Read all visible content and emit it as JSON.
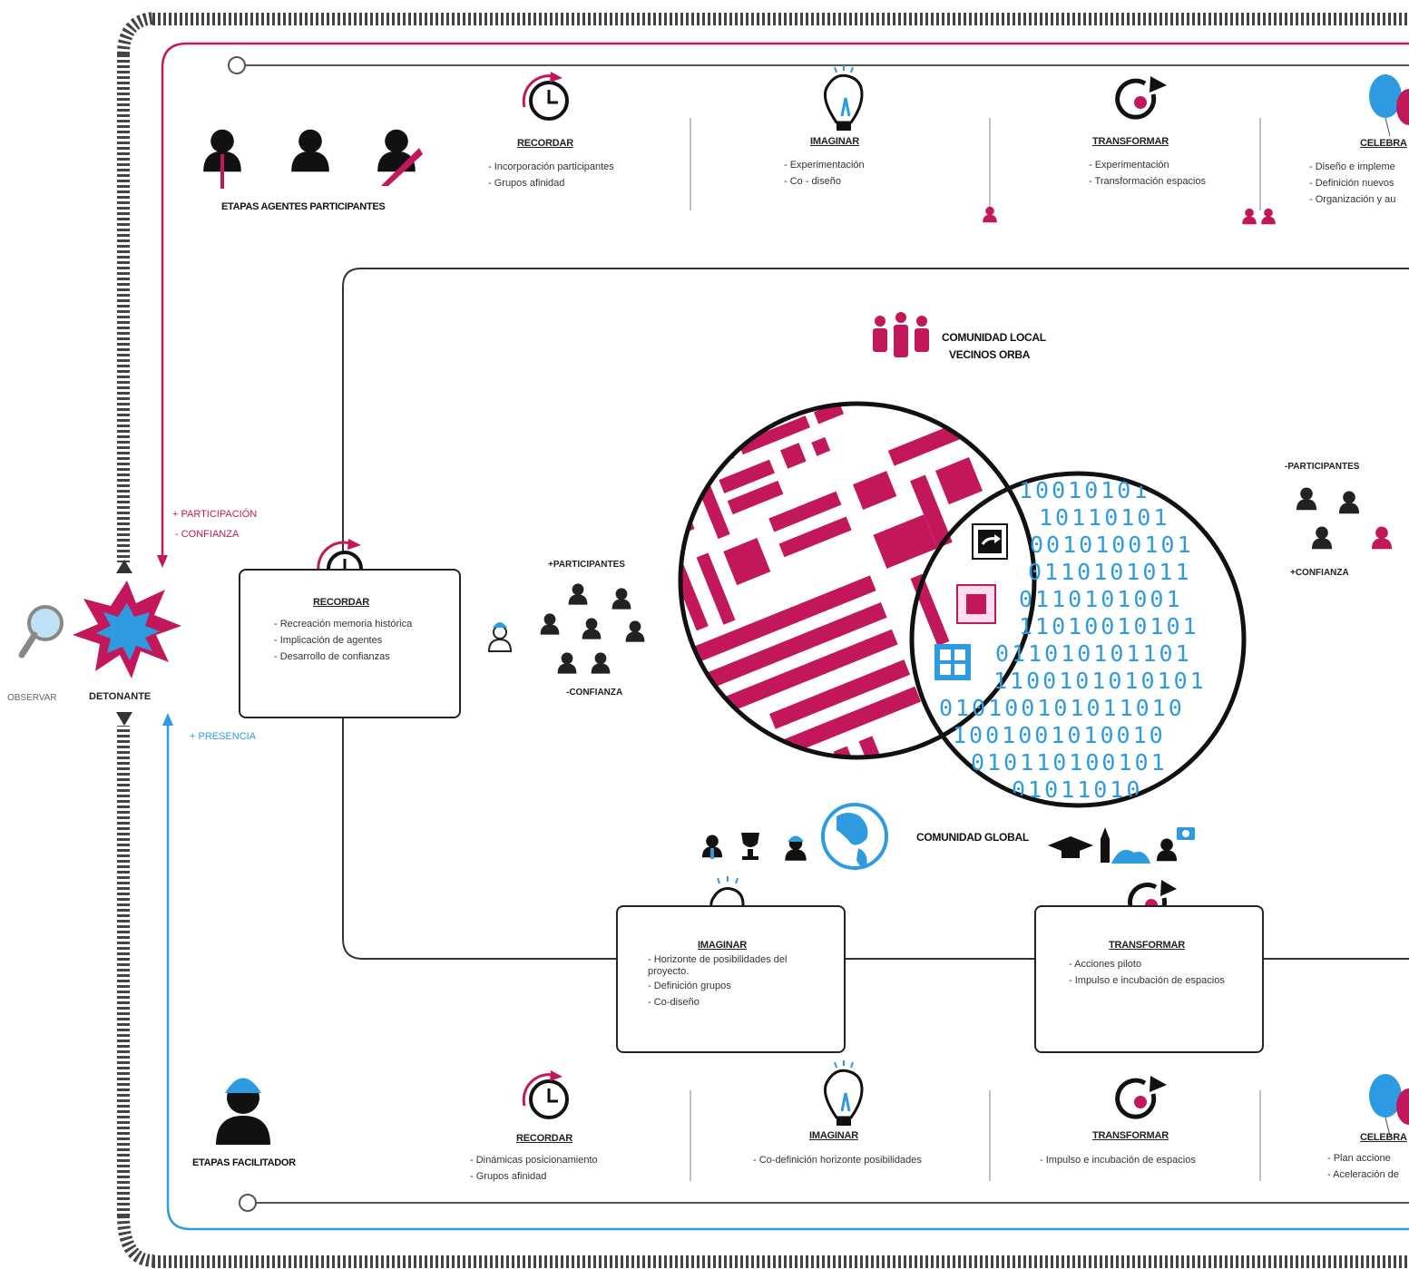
{
  "colors": {
    "accent_pink": "#c2185b",
    "accent_blue": "#2e9be0",
    "dark": "#222222"
  },
  "top_section": {
    "agents_label": "ETAPAS AGENTES PARTICIPANTES",
    "stages": [
      {
        "title": "RECORDAR",
        "items": [
          "- Incorporación participantes",
          "- Grupos afinidad"
        ],
        "icon": "clock-icon"
      },
      {
        "title": "IMAGINAR",
        "items": [
          "- Experimentación",
          "- Co - diseño"
        ],
        "icon": "lightbulb-icon"
      },
      {
        "title": "TRANSFORMAR",
        "items": [
          "- Experimentación",
          "- Transformación espacios"
        ],
        "icon": "transform-icon"
      },
      {
        "title": "CELEBRA",
        "items": [
          "- Diseño e impleme",
          "- Definición nuevos",
          "- Organización y au"
        ],
        "icon": "balloon-icon"
      }
    ]
  },
  "left": {
    "participacion": "+ PARTICIPACIÓN",
    "confianza": "- CONFIANZA",
    "presencia": "+ PRESENCIA",
    "observar": "OBSERVAR",
    "detonante": "DETONANTE"
  },
  "center": {
    "comunidad_local_1": "COMUNIDAD LOCAL",
    "comunidad_local_2": "VECINOS ORBA",
    "comunidad_global": "COMUNIDAD GLOBAL",
    "recordar_box": {
      "title": "RECORDAR",
      "items": [
        "-  Recreación memoria histórica",
        "- Implicación de agentes",
        "- Desarrollo de confianzas"
      ]
    },
    "participantes_plus": "+PARTICIPANTES",
    "confianza_minus": "-CONFIANZA",
    "participantes_minus": "-PARTICIPANTES",
    "confianza_plus": "+CONFIANZA",
    "binary_rows": [
      "10010101",
      "10110101",
      "0010100101",
      "0110101011",
      "0110101001",
      "11010010101",
      "011010101101",
      "1100101010101",
      "010100101011010",
      "1001001010010",
      "010110100101",
      "01011010"
    ],
    "imaginar_box": {
      "title": "IMAGINAR",
      "items": [
        "- Horizonte de posibilidades del",
        "proyecto.",
        "- Definición grupos",
        "- Co-diseño"
      ]
    },
    "transformar_box": {
      "title": "TRANSFORMAR",
      "items": [
        "- Acciones piloto",
        "- Impulso e incubación de espacios"
      ]
    }
  },
  "bottom_section": {
    "facilitator_label": "ETAPAS FACILITADOR",
    "stages": [
      {
        "title": "RECORDAR",
        "items": [
          "- Dinámicas posicionamiento",
          "- Grupos afinidad"
        ]
      },
      {
        "title": "IMAGINAR",
        "items": [
          "- Co-definición horizonte posibilidades"
        ]
      },
      {
        "title": "TRANSFORMAR",
        "items": [
          "- Impulso e incubación de espacios"
        ]
      },
      {
        "title": "CELEBRA",
        "items": [
          "- Plan accione",
          "- Aceleración de"
        ]
      }
    ]
  }
}
